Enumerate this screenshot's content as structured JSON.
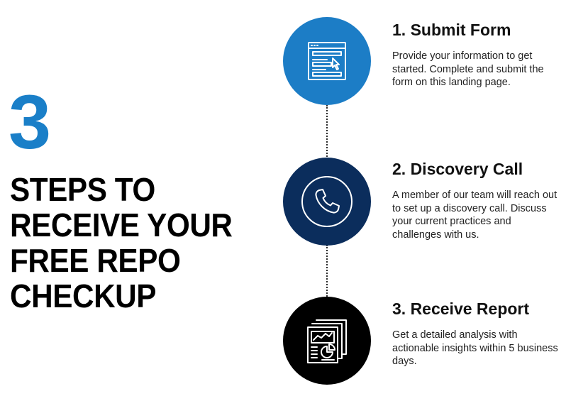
{
  "hero": {
    "number": "3",
    "headline_lines": [
      "STEPS TO",
      "RECEIVE YOUR",
      "FREE REPO",
      "CHECKUP"
    ]
  },
  "colors": {
    "accent_blue": "#1c7dc6",
    "navy": "#0b2d5c",
    "black": "#000000"
  },
  "steps": [
    {
      "title": "1. Submit Form",
      "description": "Provide your information to get started. Complete and submit the form on this landing page.",
      "icon": "form-icon"
    },
    {
      "title": "2. Discovery Call",
      "description": "A member of our team will reach out to set up a discovery call. Discuss your current practices and challenges with us.",
      "icon": "phone-icon"
    },
    {
      "title": "3. Receive Report",
      "description": "Get a detailed analysis with actionable insights within 5 business days.",
      "icon": "report-icon"
    }
  ]
}
